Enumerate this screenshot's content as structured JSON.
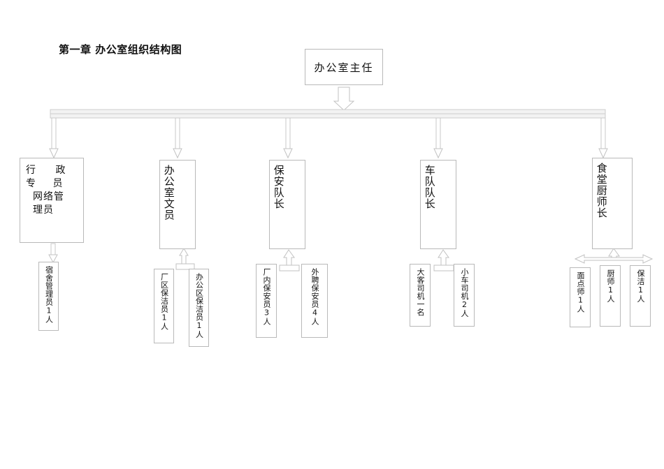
{
  "document": {
    "title": "第一章 办公室组织结构图"
  },
  "chart_meta": {
    "type": "org-chart",
    "levels": 3,
    "connector_style": "hollow-block-arrow",
    "bar_color": "#f2f2f2",
    "box_border_color": "#b9b9b9",
    "background": "#ffffff"
  },
  "root": {
    "label": "办公室主任",
    "name": "office-director"
  },
  "departments": [
    {
      "name": "admin-specialist-network-admin",
      "label_lines": [
        "行    政",
        "专  员",
        " 网络管",
        "理员"
      ],
      "label": "行政专员 网络管理员",
      "children": [
        {
          "name": "dormitory-manager",
          "label": "宿舍管理员1人"
        }
      ]
    },
    {
      "name": "office-clerk",
      "label": "办公室文员",
      "children": [
        {
          "name": "plant-area-cleaner",
          "label": "厂区保洁员1人"
        },
        {
          "name": "office-area-cleaner",
          "label": "办公区保洁员1人"
        }
      ]
    },
    {
      "name": "security-captain",
      "label": "保安队长",
      "children": [
        {
          "name": "in-plant-security-guard",
          "label": "厂内保安员3人"
        },
        {
          "name": "outsourced-security-guard",
          "label": "外聘保安员4人"
        }
      ]
    },
    {
      "name": "fleet-captain",
      "label": "车队队长",
      "children": [
        {
          "name": "coach-driver",
          "label": "大客司机一名"
        },
        {
          "name": "car-driver",
          "label": "小车司机2人"
        }
      ]
    },
    {
      "name": "canteen-head-chef",
      "label": "食堂厨师长",
      "children": [
        {
          "name": "pastry-chef",
          "label": "面点师1人"
        },
        {
          "name": "cook",
          "label": "厨师1人"
        },
        {
          "name": "canteen-cleaner",
          "label": "保洁1人"
        }
      ]
    }
  ]
}
